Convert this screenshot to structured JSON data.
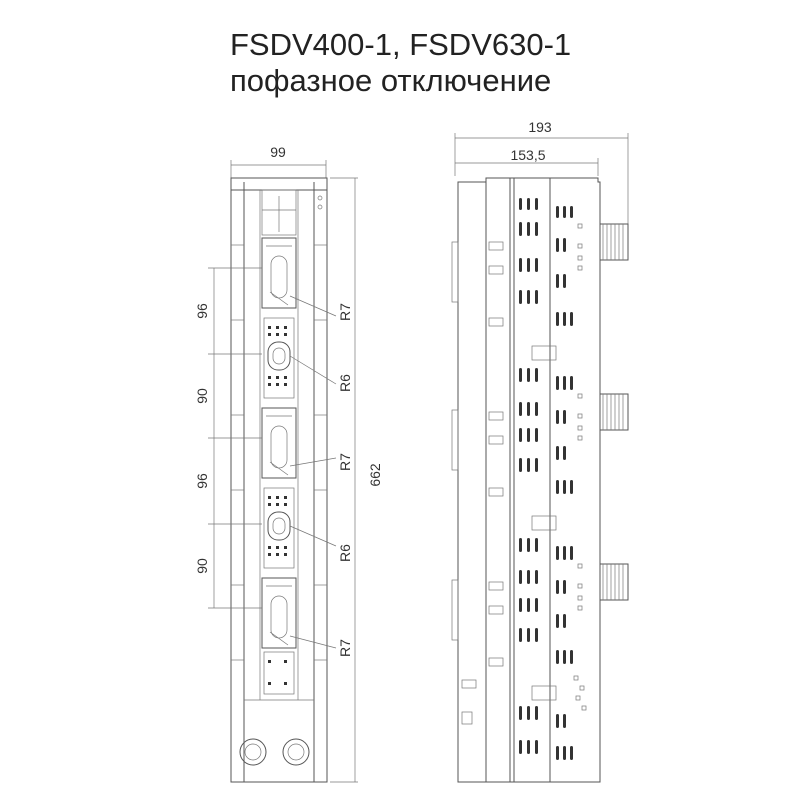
{
  "title": {
    "line1": "FSDV400-1, FSDV630-1",
    "line2": "пофазное отключение"
  },
  "front_view": {
    "width_label": "99",
    "height_label": "662",
    "spacing_labels": [
      "96",
      "90",
      "96",
      "90"
    ],
    "radius_labels": [
      "R7",
      "R6",
      "R7",
      "R6",
      "R7"
    ]
  },
  "side_view": {
    "overall_width_label": "193",
    "body_width_label": "153,5"
  }
}
